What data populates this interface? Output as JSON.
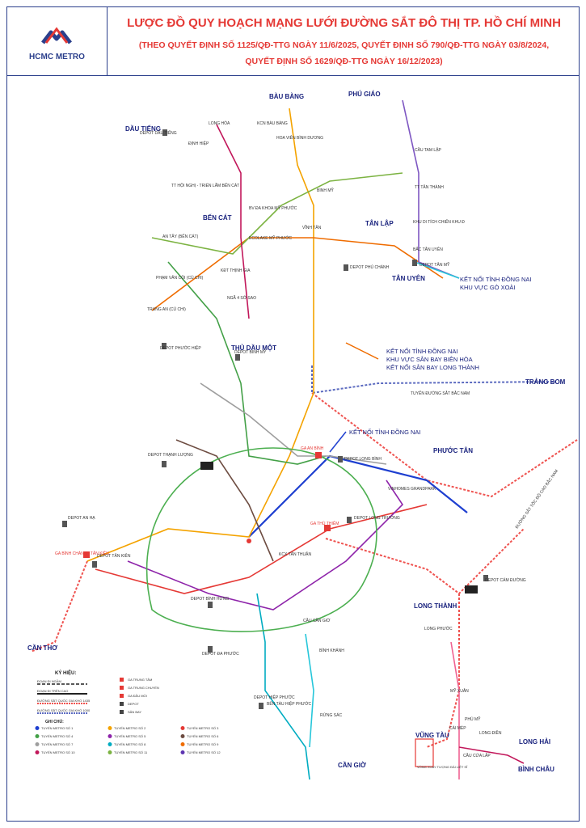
{
  "header": {
    "logo_text": "HCMC METRO",
    "title": "LƯỢC ĐỒ QUY HOẠCH MẠNG LƯỚI ĐƯỜNG SẮT ĐÔ THỊ TP. HỒ CHÍ MINH",
    "subtitle_1": "(THEO QUYẾT ĐỊNH SỐ 1125/QĐ-TTG NGÀY 11/6/2025, QUYẾT ĐỊNH SỐ 790/QĐ-TTG NGÀY 03/8/2024,",
    "subtitle_2": "QUYẾT ĐỊNH SỐ 1629/QĐ-TTG NGÀY 16/12/2023)"
  },
  "map": {
    "region_labels": {
      "bau_bang": "BÀU BÀNG",
      "phu_giao": "PHÚ GIÁO",
      "dau_tieng": "DẦU TIẾNG",
      "ben_cat": "BẾN CÁT",
      "tan_lap": "TÂN LẬP",
      "tan_uyen": "TÂN UYÊN",
      "thu_dau_mot": "THỦ DẦU MỘT",
      "trang_bom": "TRẢNG BOM",
      "phuoc_tan": "PHƯỚC TÂN",
      "long_thanh": "LONG THÀNH",
      "can_tho": "CẦN THƠ",
      "vung_tau": "VŨNG TÀU",
      "long_hai": "LONG HẢI",
      "binh_chau": "BÌNH CHÂU",
      "can_gio": "CẦN GIỜ"
    },
    "place_labels": {
      "kcn_bau_bang": "KCN BÀU BÀNG",
      "long_hoa": "LONG HÒA",
      "dinh_hiep": "ĐỊNH HIỆP",
      "depot_dau_tieng": "DEPOT DẦU TIẾNG",
      "hoa_vien": "HOA VIÊN BÌNH DƯƠNG",
      "binh_my": "BÌNH MỸ",
      "tt_hoi_nghi": "TT HỘI NGHỊ - TRIỂN LÃM BẾN CÁT",
      "bv_da_khoa": "BV ĐA KHOA MỸ PHƯỚC",
      "vinh_tan": "VĨNH TÂN",
      "cau_tam_lap": "CẦU TAM LẬP",
      "tt_tan_thanh": "TT TÂN THÀNH",
      "khu_di_tich": "KHU DI TÍCH CHIẾN KHU Đ",
      "bac_tan_uyen": "BẮC TÂN UYÊN",
      "depot_tan_my": "DEPOT TÂN MỸ",
      "an_tay": "AN TÂY (BẾN CÁT)",
      "ecolake": "ECOLAKE MỸ PHƯỚC",
      "depot_phu_chanh": "DEPOT PHÚ CHÁNH",
      "kdt_thinh_gia": "KĐT THỊNH GIA",
      "pham_van_coi": "PHẠM VĂN CỘI (CỦ CHI)",
      "nga_4_so_sao": "NGÃ 4 SỞ SAO",
      "trung_an": "TRUNG AN (CỦ CHI)",
      "depot_binh_my": "DEPOT BÌNH MỸ",
      "depot_phuoc_hiep": "DEPOT PHƯỚC HIỆP",
      "depot_thanh_luong": "DEPOT THẠNH LƯỢNG",
      "depot_an_ha": "DEPOT AN HẠ",
      "depot_tan_kien": "DEPOT TÂN KIÊN",
      "depot_binh_hung": "DEPOT BÌNH HƯNG",
      "depot_da_phuoc": "DEPOT ĐA PHƯỚC",
      "depot_hiep_phuoc": "DEPOT HIỆP PHƯỚC",
      "depot_long_binh": "DEPOT LONG BÌNH",
      "depot_long_truong": "DEPOT LONG TRƯỜNG",
      "depot_cam_duong": "DEPOT CẨM ĐƯỜNG",
      "vinhomes": "VINHOMES GRANDPARK",
      "kcx_tan_thuan": "KCX TÂN THUẬN",
      "cau_can_gio": "CẦU CẦN GIỜ",
      "binh_khanh": "BÌNH KHÁNH",
      "rung_sac": "RỪNG SÁC",
      "long_phuoc": "LONG PHƯỚC",
      "my_xuan": "MỸ XUÂN",
      "phu_my": "PHÚ MỸ",
      "cai_mep": "CÁI MÉP",
      "long_dien": "LONG ĐIỀN",
      "cau_cua_lap": "CẦU CỬA LẤP",
      "vong_xoay": "VÒNG XOAY TƯỢNG ĐÀI LIỆT SĨ",
      "ben_tau_hiep_phuoc": "BẾN TÀU HIỆP PHƯỚC",
      "tuyen_dsbn": "TUYẾN ĐƯỜNG SẮT BẮC NAM",
      "duong_sat_toc_do_cao": "ĐƯỜNG SẮT TỐC ĐỘ CAO BẮC NAM",
      "ga_an_binh": "GA AN BÌNH",
      "ga_thu_thiem": "GA THỦ THIÊM",
      "ga_tan_kien": "GA BÌNH CHÁNH - TÂN KIÊN"
    },
    "connection_labels": {
      "dong_nai_go_xoai_1": "KẾT NỐI TỈNH ĐỒNG NAI",
      "dong_nai_go_xoai_2": "KHU VỰC GÒ XOÀI",
      "bien_hoa_1": "KẾT NỐI TỈNH ĐỒNG NAI",
      "bien_hoa_2": "KHU VỰC SÂN BAY BIÊN HÒA",
      "bien_hoa_3": "KẾT NỐI SÂN BAY LONG THÀNH",
      "dong_nai": "KẾT NỐI TỈNH ĐỒNG NAI"
    }
  },
  "legend": {
    "heading": "KÝ HIỆU:",
    "items": [
      "ĐOẠN ĐI NGẦM",
      "ĐOẠN ĐI TRÊN CAO",
      "ĐƯỜNG SẮT QUỐC GIA KHỔ 1435",
      "ĐƯỜNG SẮT QUỐC GIA KHỔ 1000"
    ],
    "symbols": [
      "GA TRUNG TÂM",
      "GA TRUNG CHUYỂN",
      "GA ĐẦU MỐI",
      "DEPOT",
      "SÂN BAY"
    ],
    "notes_heading": "GHI CHÚ:",
    "lines": [
      {
        "name": "TUYẾN METRO SỐ 1",
        "color": "#1e3fd0"
      },
      {
        "name": "TUYẾN METRO SỐ 2",
        "color": "#f4a300"
      },
      {
        "name": "TUYẾN METRO SỐ 3",
        "color": "#e53935"
      },
      {
        "name": "TUYẾN METRO SỐ 4",
        "color": "#43a047"
      },
      {
        "name": "TUYẾN METRO SỐ 5",
        "color": "#8e24aa"
      },
      {
        "name": "TUYẾN METRO SỐ 6",
        "color": "#6d4c41"
      },
      {
        "name": "TUYẾN METRO SỐ 7",
        "color": "#9e9e9e"
      },
      {
        "name": "TUYẾN METRO SỐ 8",
        "color": "#00acc1"
      },
      {
        "name": "TUYẾN METRO SỐ 9",
        "color": "#ef6c00"
      },
      {
        "name": "TUYẾN METRO SỐ 10",
        "color": "#c2185b"
      },
      {
        "name": "TUYẾN METRO SỐ 11",
        "color": "#7cb342"
      },
      {
        "name": "TUYẾN METRO SỐ 12",
        "color": "#5e35b1"
      }
    ]
  }
}
